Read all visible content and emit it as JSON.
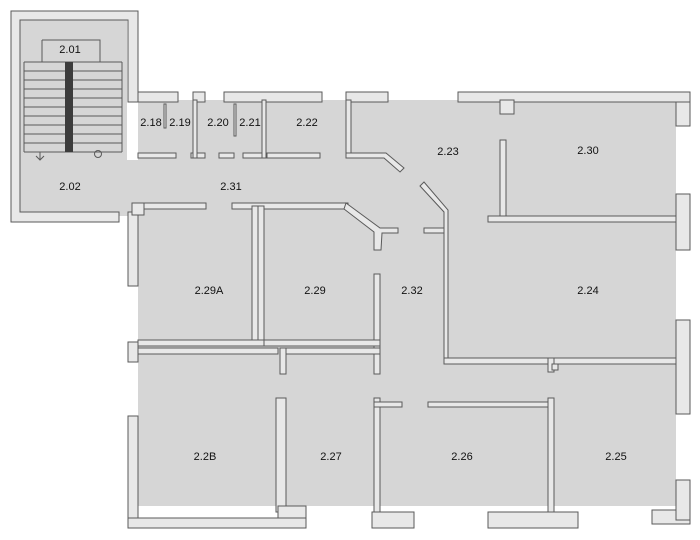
{
  "plan": {
    "rooms": [
      {
        "id": "stair",
        "label": "2.01"
      },
      {
        "id": "lobby",
        "label": "2.02"
      },
      {
        "id": "r218",
        "label": "2.18"
      },
      {
        "id": "r219",
        "label": "2.19"
      },
      {
        "id": "r220",
        "label": "2.20"
      },
      {
        "id": "r221",
        "label": "2.21"
      },
      {
        "id": "r222",
        "label": "2.22"
      },
      {
        "id": "r223",
        "label": "2.23"
      },
      {
        "id": "r230",
        "label": "2.30"
      },
      {
        "id": "corr231",
        "label": "2.31"
      },
      {
        "id": "r229a",
        "label": "2.29A"
      },
      {
        "id": "r229",
        "label": "2.29"
      },
      {
        "id": "corr232",
        "label": "2.32"
      },
      {
        "id": "r224",
        "label": "2.24"
      },
      {
        "id": "r228",
        "label": "2.2B"
      },
      {
        "id": "r227",
        "label": "2.27"
      },
      {
        "id": "r226",
        "label": "2.26"
      },
      {
        "id": "r225",
        "label": "2.25"
      }
    ]
  }
}
